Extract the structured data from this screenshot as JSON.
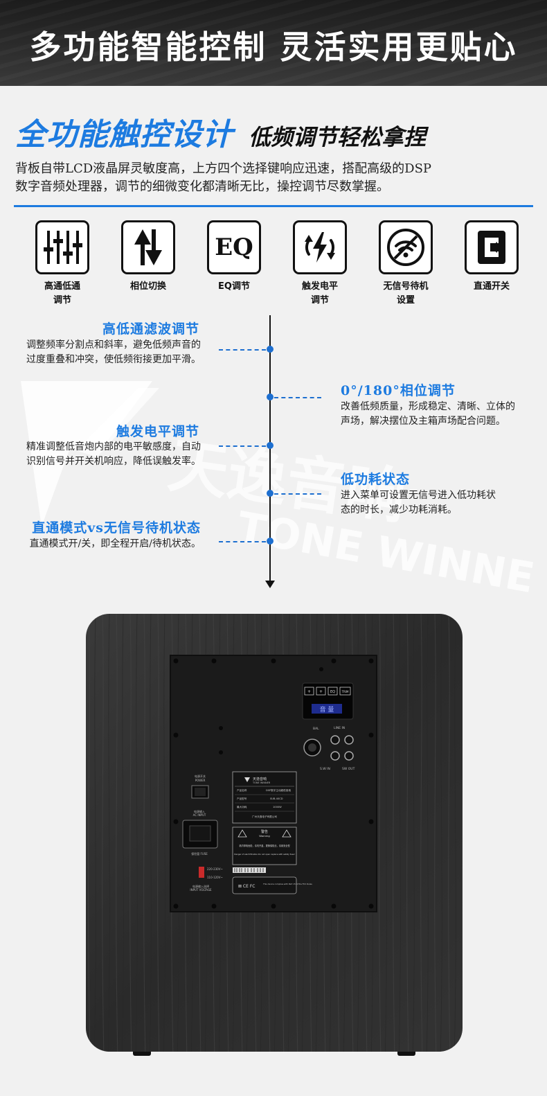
{
  "banner": {
    "title": "多功能智能控制  灵活实用更贴心"
  },
  "headline": {
    "blue": "全功能触控设计",
    "black": "低频调节轻松拿捏"
  },
  "description": {
    "line1": "背板自带LCD液晶屏灵敏度高，上方四个选择键响应迅速，搭配高级的DSP",
    "line2": "数字音频处理器，调节的细微变化都清晰无比，操控调节尽数掌握。"
  },
  "icons": [
    {
      "name": "sliders-icon",
      "label1": "高通低通",
      "label2": "调节"
    },
    {
      "name": "phase-arrows-icon",
      "label1": "相位切换",
      "label2": ""
    },
    {
      "name": "eq-icon",
      "label1": "EQ调节",
      "label2": "",
      "glyph": "EQ"
    },
    {
      "name": "trigger-level-icon",
      "label1": "触发电平",
      "label2": "调节"
    },
    {
      "name": "no-signal-standby-icon",
      "label1": "无信号待机",
      "label2": "设置"
    },
    {
      "name": "direct-switch-icon",
      "label1": "直通开关",
      "label2": ""
    }
  ],
  "features": {
    "f1": {
      "title": "高低通滤波调节",
      "line1": "调整频率分割点和斜率，避免低频声音的",
      "line2": "过度重叠和冲突，使低频衔接更加平滑。"
    },
    "f2": {
      "title": "0°/180°相位调节",
      "line1": "改善低频质量，形成稳定、清晰、立体的",
      "line2": "声场，解决摆位及主箱声场配合问题。"
    },
    "f3": {
      "title": "触发电平调节",
      "line1": "精准调整低音炮内部的电平敏感度，自动",
      "line2": "识别信号并开关机响应，降低误触发率。"
    },
    "f4": {
      "title": "低功耗状态",
      "line1": "进入菜单可设置无信号进入低功耗状",
      "line2": "态的时长，减少功耗消耗。"
    },
    "f5": {
      "title": "直通模式vs无信号待机状态",
      "line1": "直通模式开/关，即全程开启/待机状态。",
      "line2": ""
    }
  },
  "watermark": {
    "latin": "TONE WINNER",
    "cjk": "天逸音响"
  },
  "product": {
    "panel_buttons": [
      "+",
      "+",
      "EQ",
      "TRIM"
    ],
    "lcd_text": "音 量",
    "power_label": "电源开关",
    "power_label_en": "POWER",
    "ac_label": "电源输入",
    "ac_label_en": "AC INPUT",
    "fuse_label": "保险管 FUSE",
    "voltage_220": "220-230V~",
    "voltage_110": "110-120V~",
    "voltage_label": "电源输入选择",
    "voltage_label_en": "INPUT VOLTAGE",
    "brand": "天逸音响",
    "brand_en": "TONE WINNER",
    "spec_rows": [
      [
        "产品名称",
        "DSP数字主动超低音炮"
      ],
      [
        "产品型号",
        "SUB-40CD"
      ],
      [
        "最大功耗",
        "1000W"
      ]
    ],
    "company": "广州天逸电子有限公司",
    "warning_title": "警告",
    "warning_en": "Warning",
    "warning_cn": "机内带电危险，请勿开盖，更换保险丝，请用安全型",
    "warning_en2": "Danger of electrification.Do not open replace with safety fuse!",
    "fcc_text": "This device complies with Part 15 of the FCC Rules",
    "bal_label": "BAL",
    "line_in_label": "LINE IN",
    "sw_in_label": "S.W IN",
    "sw_out_label": "SW OUT"
  }
}
